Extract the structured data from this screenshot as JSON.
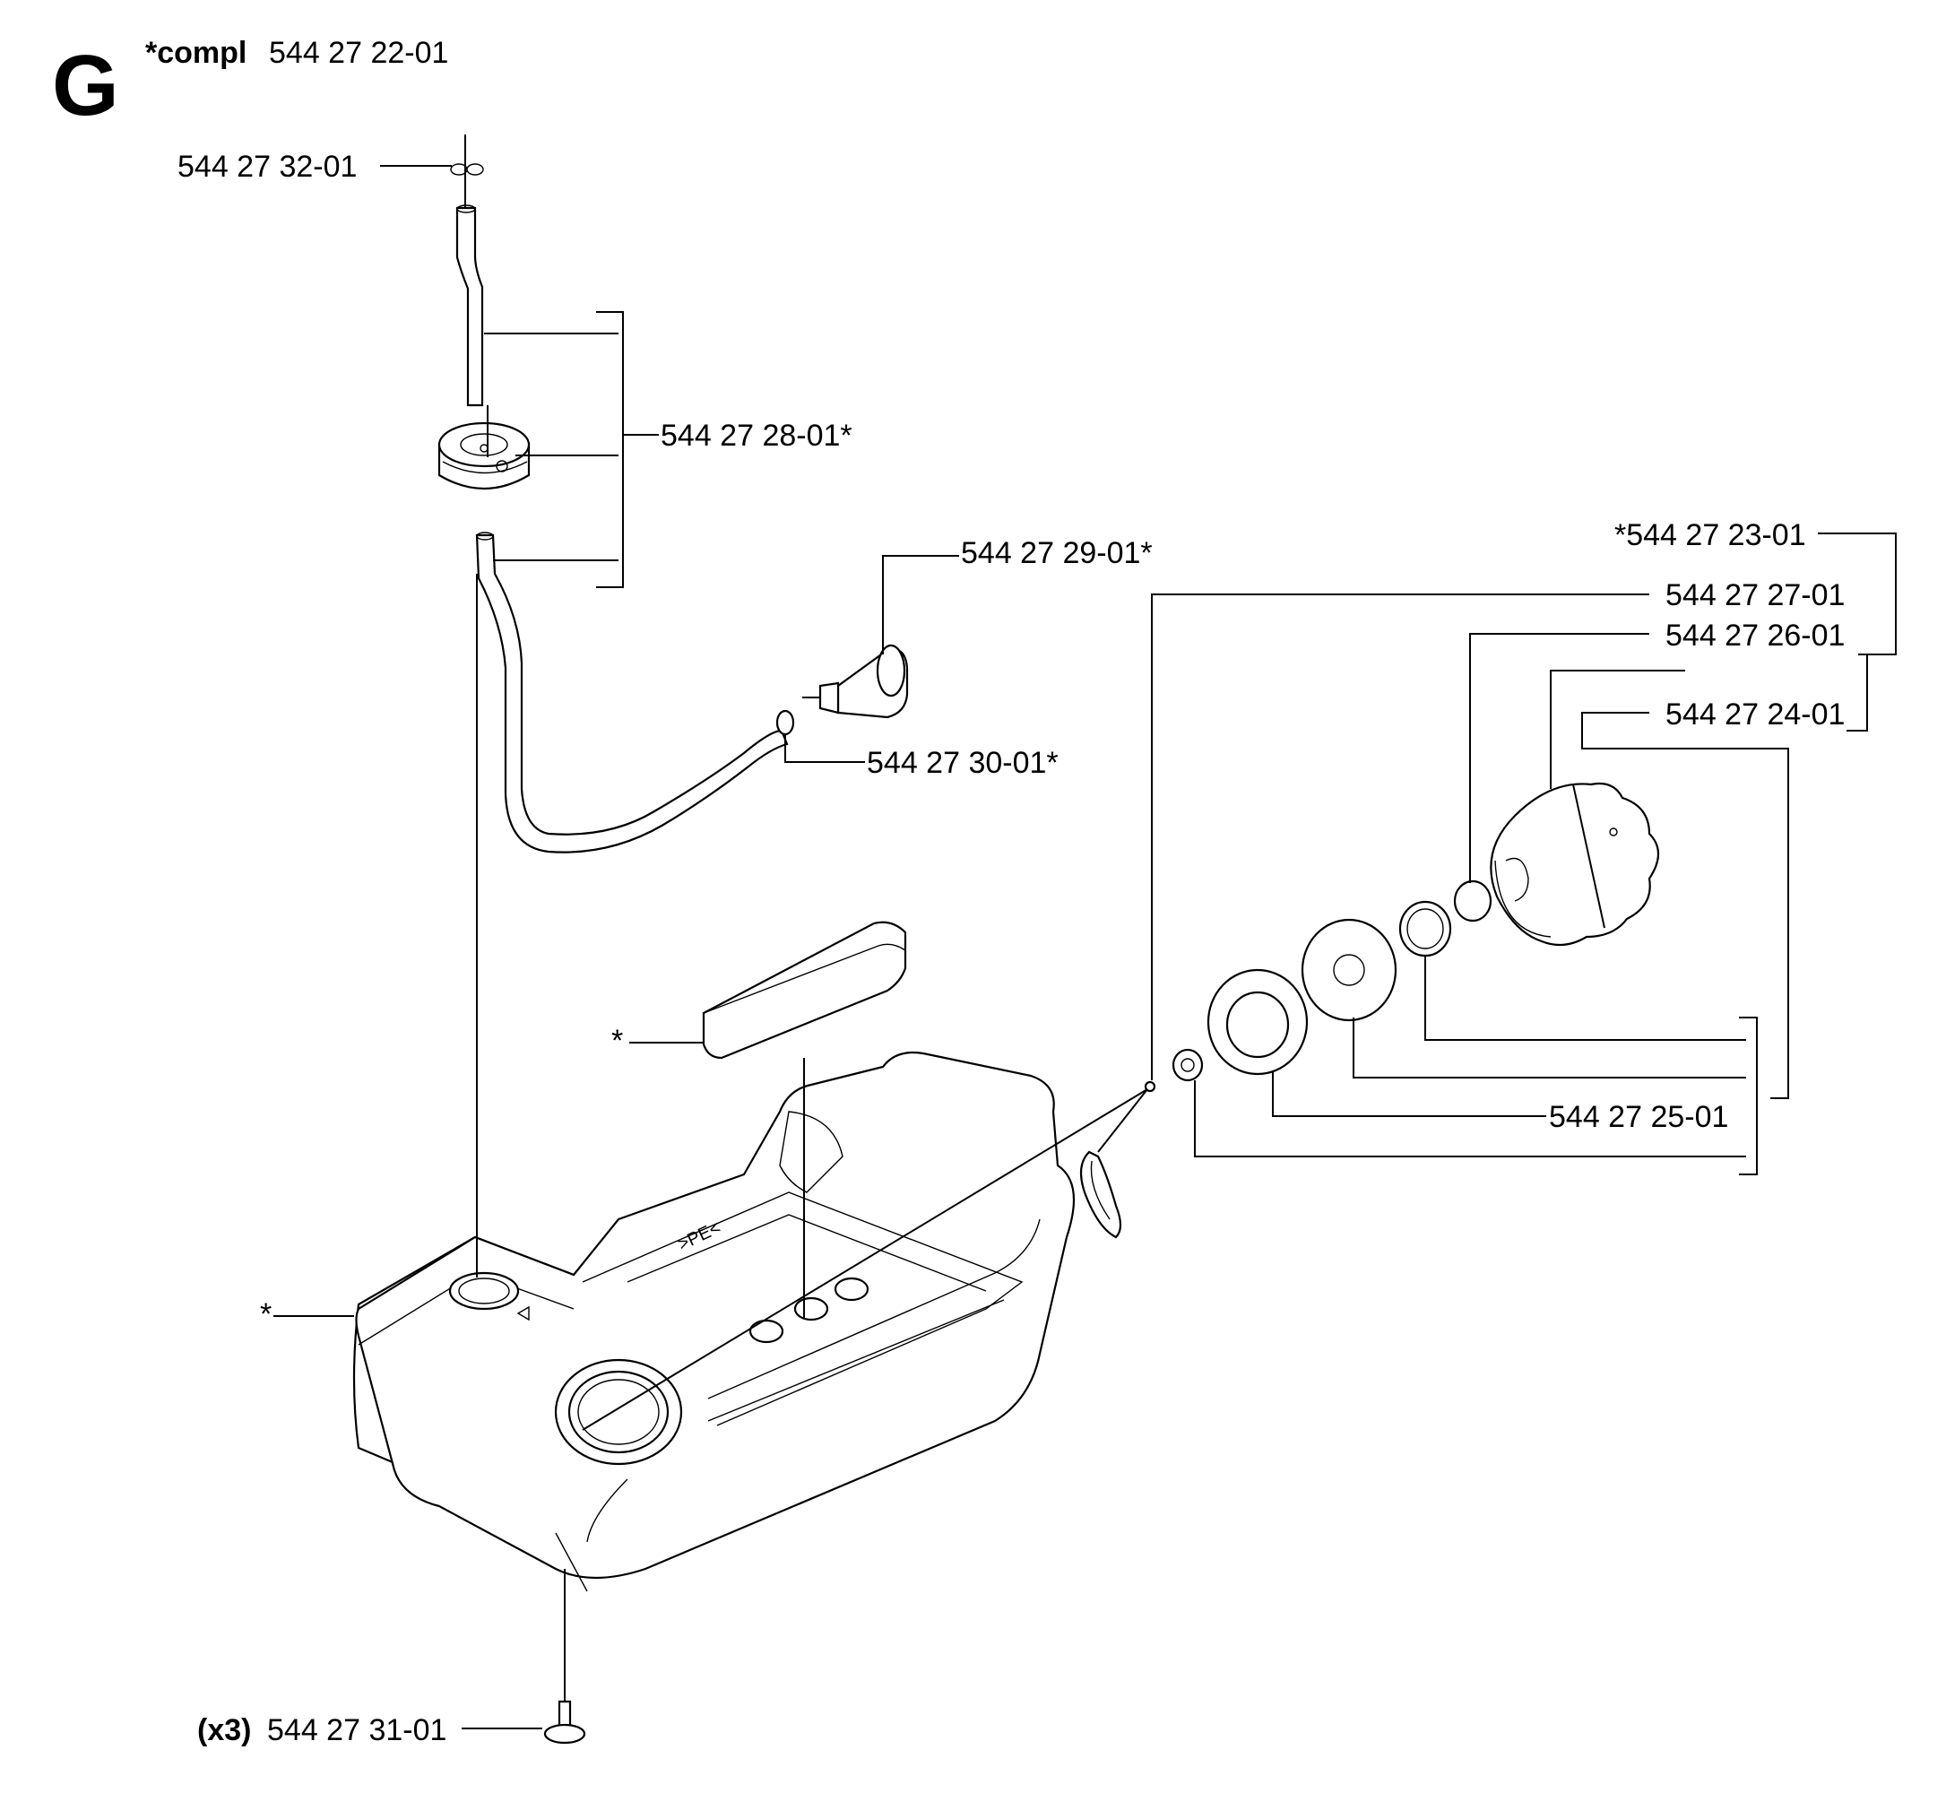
{
  "section": {
    "letter": "G",
    "compl_prefix": "*compl",
    "compl_number": "544 27 22-01"
  },
  "labels": {
    "hose_clamp_top": "544 27 32-01",
    "grommet_hose_kit": "544 27 28-01*",
    "fuel_filter": "544 27 29-01*",
    "hose_clamp_filter": "544 27 30-01*",
    "cap_kit": "*544 27 23-01",
    "part_27": "544 27 27-01",
    "part_26": "544 27 26-01",
    "part_24": "544 27 24-01",
    "part_25": "544 27 25-01",
    "star_cover": "*",
    "star_tank": "*",
    "screw_qty": "(x3)",
    "screw_number": "544 27 31-01"
  }
}
